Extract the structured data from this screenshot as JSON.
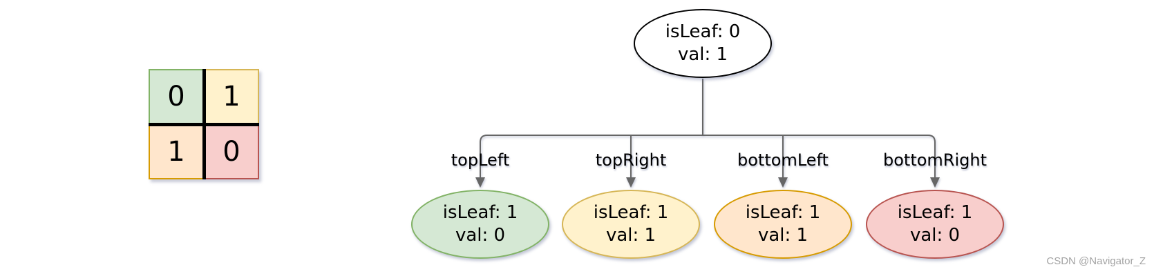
{
  "diagram_type": "quad-tree",
  "grid": {
    "divider_color": "#000000",
    "cells": [
      {
        "position": "top-left",
        "value": "0",
        "fill": "#d5e8d4",
        "stroke": "#82b366"
      },
      {
        "position": "top-right",
        "value": "1",
        "fill": "#fff2cc",
        "stroke": "#d6b656"
      },
      {
        "position": "bottom-left",
        "value": "1",
        "fill": "#ffe6cc",
        "stroke": "#d79b00"
      },
      {
        "position": "bottom-right",
        "value": "0",
        "fill": "#f8cecc",
        "stroke": "#b85450"
      }
    ]
  },
  "tree": {
    "edge_color": "#666666",
    "root": {
      "line1": "isLeaf: 0",
      "line2": "val: 1",
      "fill": "#ffffff",
      "stroke": "#000000"
    },
    "children": [
      {
        "label": "topLeft",
        "line1": "isLeaf: 1",
        "line2": "val: 0",
        "fill": "#d5e8d4",
        "stroke": "#82b366"
      },
      {
        "label": "topRight",
        "line1": "isLeaf: 1",
        "line2": "val: 1",
        "fill": "#fff2cc",
        "stroke": "#d6b656"
      },
      {
        "label": "bottomLeft",
        "line1": "isLeaf: 1",
        "line2": "val: 1",
        "fill": "#ffe6cc",
        "stroke": "#d79b00"
      },
      {
        "label": "bottomRight",
        "line1": "isLeaf: 1",
        "line2": "val: 0",
        "fill": "#f8cecc",
        "stroke": "#b85450"
      }
    ]
  },
  "watermark": {
    "text": "CSDN @Navigator_Z",
    "color": "#a3a3a3"
  }
}
